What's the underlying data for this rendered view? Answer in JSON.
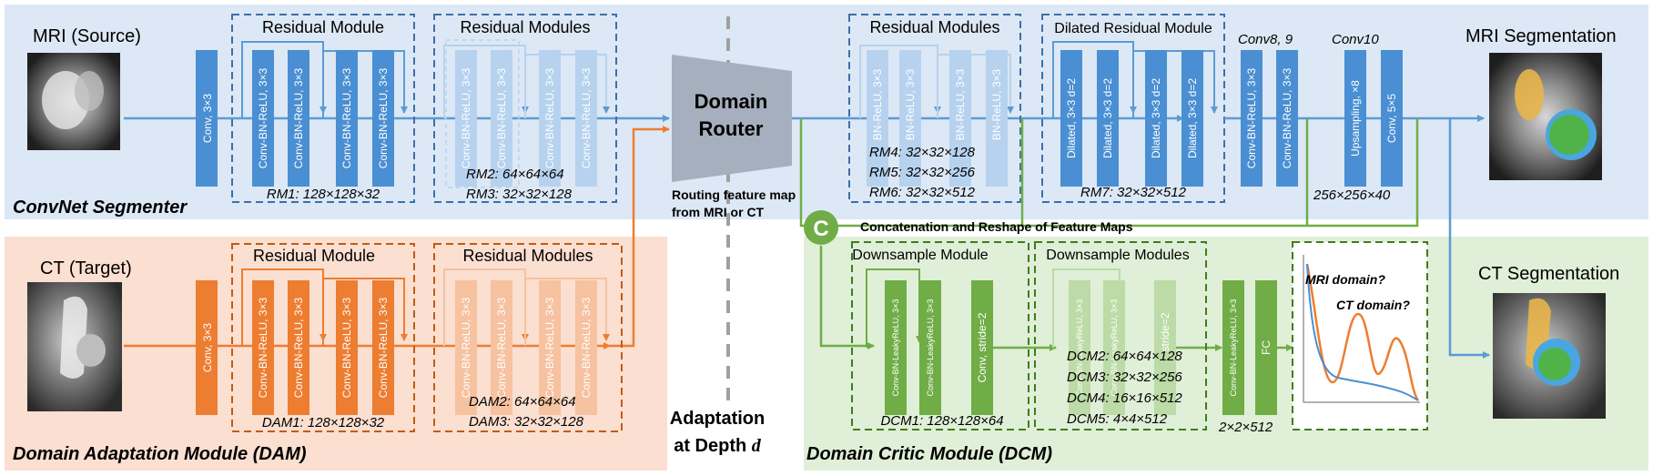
{
  "colors": {
    "blue_region": "#dce8f5",
    "orange_region": "#fbdfd0",
    "green_region": "#e0efd7",
    "blue_block": "#4a8fd3",
    "blue_block_faded": "#b6d2ee",
    "blue_arrow": "#5b9bd5",
    "orange_block": "#ed7d31",
    "orange_block_faded": "#f6c2a0",
    "green_block": "#70ad47",
    "green_block_faded": "#bcdba6",
    "router": "#a5afbd"
  },
  "segmenter": {
    "input_title": "MRI (Source)",
    "section_title": "ConvNet Segmenter",
    "conv_first": "Conv, 3×3",
    "residual_module_title": "Residual Module",
    "residual_modules_title": "Residual Modules",
    "block_label": "Conv-BN-ReLU, 3×3",
    "rm1": "RM1: 128×128×32",
    "rm2": "RM2: 64×64×64",
    "rm3": "RM3: 32×32×128",
    "rm4": "RM4: 32×32×128",
    "rm5": "RM5: 32×32×256",
    "rm6": "RM6: 32×32×512",
    "bn_label": "BN-ReLU, 3×3",
    "dilated_title": "Dilated Residual Module",
    "dilated_label": "Dilated, 3×3 d=2",
    "rm7": "RM7: 32×32×512",
    "conv89": "Conv8, 9",
    "conv10": "Conv10",
    "upsampling": "Upsampling, ×8",
    "conv55": "Conv, 5×5",
    "out_size": "256×256×40",
    "output_title": "MRI Segmentation"
  },
  "router": {
    "title_line1": "Domain",
    "title_line2": "Router",
    "caption_line1": "Routing feature map",
    "caption_line2": "from MRI or CT",
    "adaptation_line1": "Adaptation",
    "adaptation_line2": "at Depth",
    "depth_symbol": "d"
  },
  "dam": {
    "input_title": "CT (Target)",
    "section_title": "Domain Adaptation Module (DAM)",
    "conv_first": "Conv, 3×3",
    "residual_module_title": "Residual Module",
    "residual_modules_title": "Residual Modules",
    "block_label": "Conv-BN-ReLU, 3×3",
    "dam1": "DAM1: 128×128×32",
    "dam2": "DAM2: 64×64×64",
    "dam3": "DAM3: 32×32×128"
  },
  "dcm": {
    "concat_symbol": "C",
    "concat_label": "Concatenation and Reshape of Feature Maps",
    "section_title": "Domain Critic Module (DCM)",
    "downsample_module_title": "Downsample Module",
    "downsample_modules_title": "Downsample Modules",
    "leaky_label": "Conv-BN-LeakyReLU, 3×3",
    "stride_label": "Conv, stride=2",
    "stride_label_faded": "stride=2",
    "dcm1": "DCM1: 128×128×64",
    "dcm2": "DCM2: 64×64×128",
    "dcm3": "DCM3: 32×32×256",
    "dcm4": "DCM4: 16×16×512",
    "dcm5": "DCM5: 4×4×512",
    "fc_label": "FC",
    "fc_size": "2×2×512",
    "mri_domain_q": "MRI domain?",
    "ct_domain_q": "CT domain?",
    "ct_output_title": "CT Segmentation"
  }
}
